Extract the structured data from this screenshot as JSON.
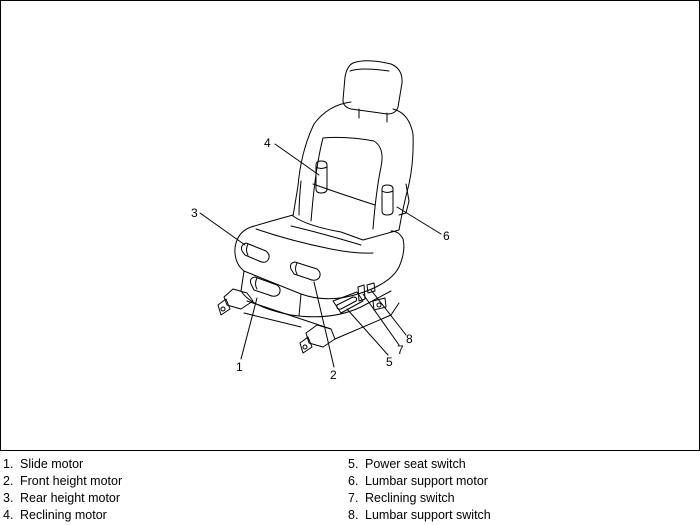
{
  "callouts": {
    "c1": "1",
    "c2": "2",
    "c3": "3",
    "c4": "4",
    "c5": "5",
    "c6": "6",
    "c7": "7",
    "c8": "8"
  },
  "legend": {
    "left": [
      {
        "num": "1.",
        "label": "Slide motor"
      },
      {
        "num": "2.",
        "label": "Front height motor"
      },
      {
        "num": "3.",
        "label": "Rear height motor"
      },
      {
        "num": "4.",
        "label": "Reclining motor"
      }
    ],
    "right": [
      {
        "num": "5.",
        "label": "Power seat switch"
      },
      {
        "num": "6.",
        "label": "Lumbar support motor"
      },
      {
        "num": "7.",
        "label": "Reclining switch"
      },
      {
        "num": "8.",
        "label": "Lumbar support switch"
      }
    ]
  }
}
